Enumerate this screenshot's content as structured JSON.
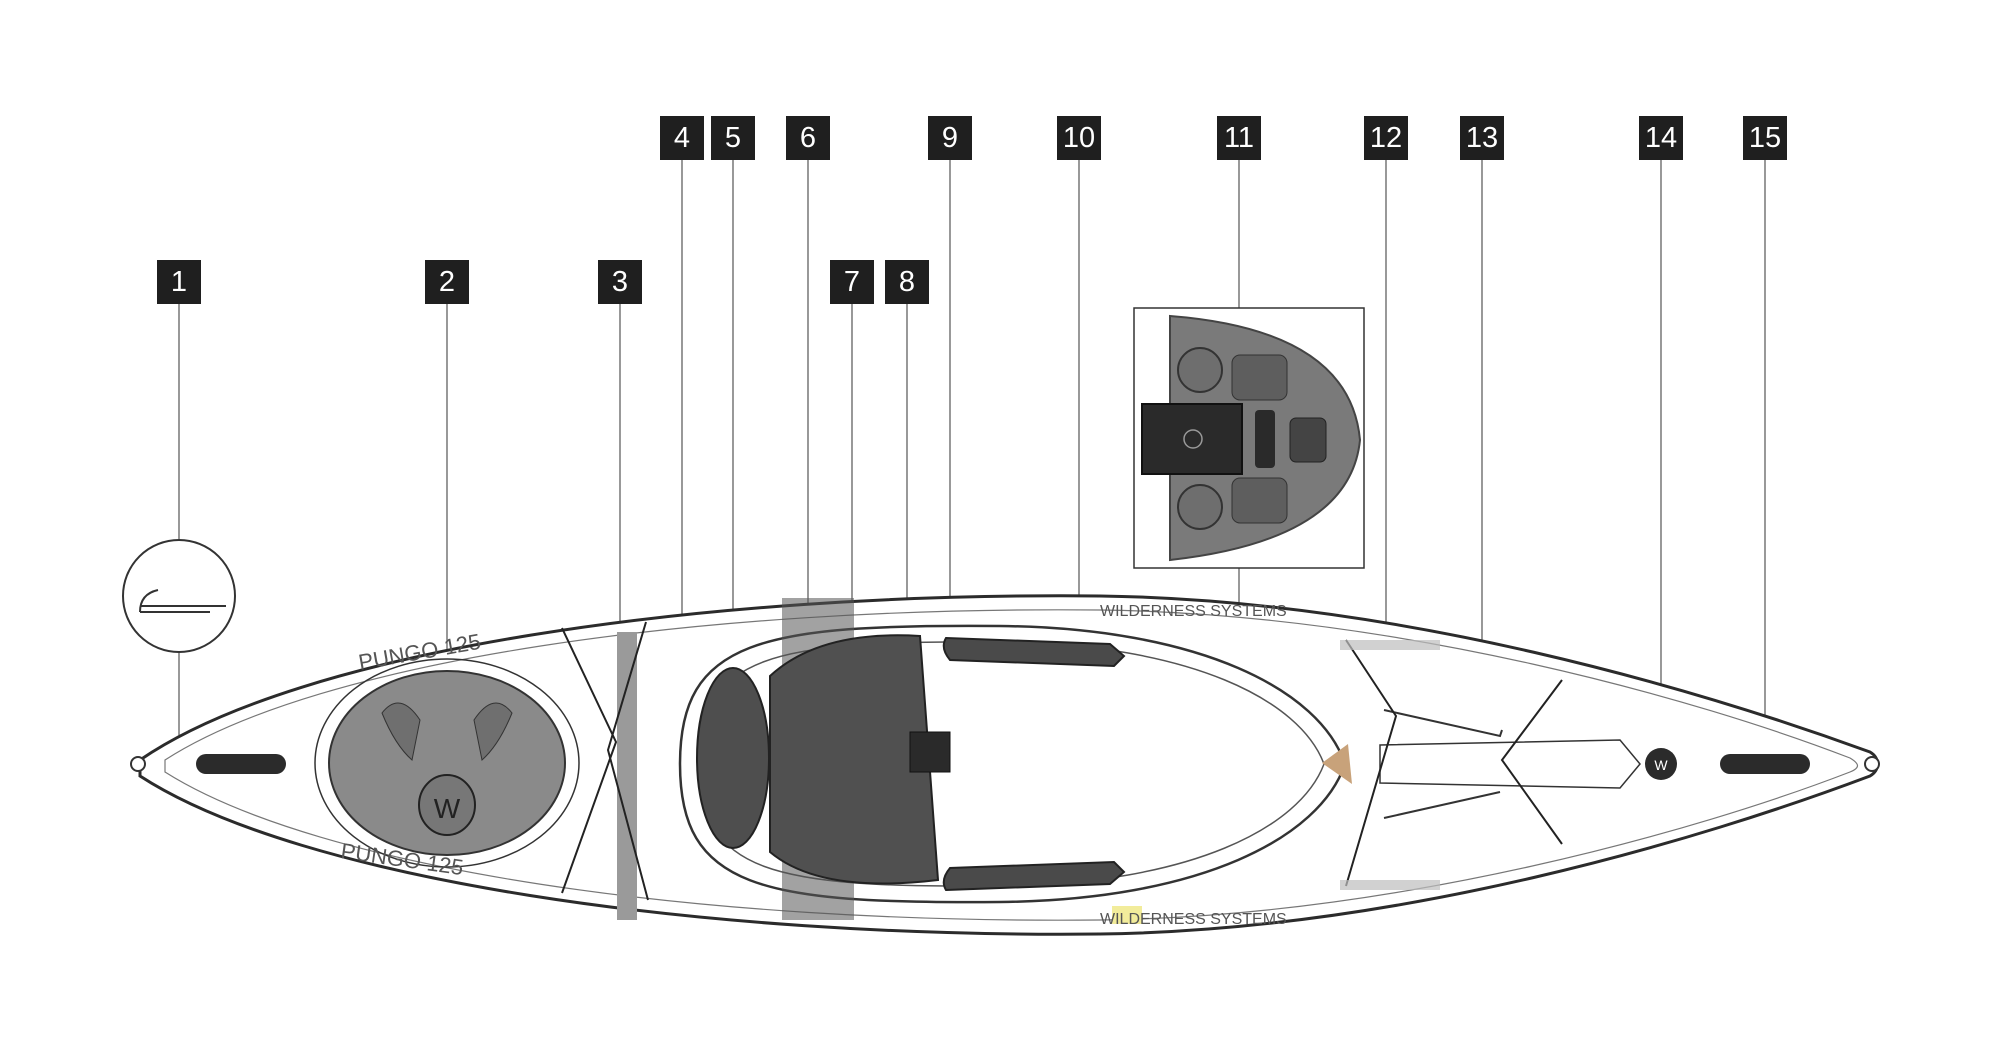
{
  "diagram": {
    "callouts": [
      "1",
      "2",
      "3",
      "4",
      "5",
      "6",
      "7",
      "8",
      "9",
      "10",
      "11",
      "12",
      "13",
      "14",
      "15"
    ],
    "hull_text": {
      "model_top": "PUNGO 125",
      "model_bottom": "PUNGO 125",
      "brand_top": "WILDERNESS SYSTEMS",
      "brand_bottom": "WILDERNESS SYSTEMS",
      "hatch_logo": "W",
      "cup_logo": "W"
    },
    "colors": {
      "callout_bg": "#1f1f1f",
      "callout_text": "#ffffff",
      "hull_outline": "#2b2b2b",
      "hatch_fill": "#8a8a8a",
      "seat_fill": "#505050",
      "console_fill": "#7a7a7a",
      "accent_tan": "#c8a27a",
      "accent_yellow": "#f2ec9b"
    }
  }
}
